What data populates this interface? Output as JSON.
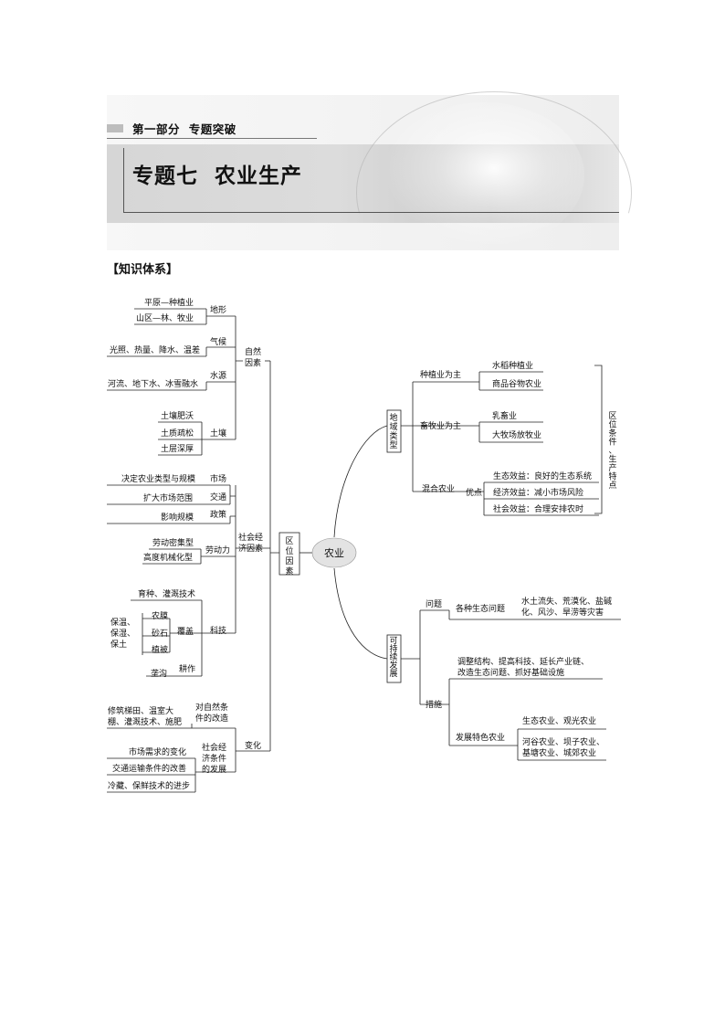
{
  "header": {
    "part_label": "第一部分  专题突破",
    "chapter_title": "专题七  农业生产"
  },
  "section_heading": "【知识体系】",
  "mindmap": {
    "root": "农业",
    "location_factors": {
      "label": "区位因素",
      "natural": {
        "label": [
          "自然",
          "因素"
        ],
        "terrain": {
          "label": "地形",
          "items": [
            "平原—种植业",
            "山区—林、牧业"
          ]
        },
        "climate": {
          "label": "气候",
          "items": [
            "光照、热量、降水、温差"
          ]
        },
        "water": {
          "label": "水源",
          "items": [
            "河流、地下水、冰雪融水"
          ]
        },
        "soil": {
          "label": "土壤",
          "items": [
            "土壤肥沃",
            "土质疏松",
            "土层深厚"
          ]
        }
      },
      "socio": {
        "label": [
          "社会经",
          "济因素"
        ],
        "market": {
          "label": "市场",
          "items": [
            "决定农业类型与规模"
          ]
        },
        "transport": {
          "label": "交通",
          "items": [
            "扩大市场范围"
          ]
        },
        "policy": {
          "label": "政策",
          "items": [
            "影响规模"
          ]
        },
        "labor": {
          "label": "劳动力",
          "items": [
            "劳动密集型",
            "高度机械化型"
          ]
        },
        "tech": {
          "label": "科技",
          "breeding": "育种、灌溉技术",
          "cover": {
            "label": "覆盖",
            "items": [
              "农膜",
              "砂石",
              "植被"
            ]
          },
          "cover_effect": [
            "保温、",
            "保湿、",
            "保土"
          ],
          "tillage": {
            "label": "耕作",
            "items": [
              "垄沟"
            ]
          }
        }
      },
      "change": {
        "label": "变化",
        "nature_mod": {
          "label": [
            "对自然条",
            "件的改造"
          ],
          "items": [
            [
              "修筑梯田、温室大",
              "棚、灌溉技术、施肥"
            ]
          ]
        },
        "socio_dev": {
          "label": [
            "社会经",
            "济条件",
            "的发展"
          ],
          "items": [
            "市场需求的变化",
            "交通运输条件的改善",
            "冷藏、保鲜技术的进步"
          ]
        }
      }
    },
    "regional_types": {
      "label": "地域类型",
      "planting": {
        "label": "种植业为主",
        "items": [
          "水稻种植业",
          "商品谷物农业"
        ]
      },
      "livestock": {
        "label": "畜牧业为主",
        "items": [
          "乳畜业",
          "大牧场放牧业"
        ]
      },
      "mixed": {
        "label": "混合农业",
        "advantages_label": "优点",
        "items": [
          "生态效益：良好的生态系统",
          "经济效益：减小市场风险",
          "社会效益：合理安排农时"
        ]
      },
      "bracket_note": "区位条件、生产特点"
    },
    "sustainable": {
      "label": "可持续发展",
      "problems": {
        "label": "问题",
        "sub": "各种生态问题",
        "items": [
          [
            "水土流失、荒漠化、盐碱",
            "化、风沙、旱涝等灾害"
          ]
        ]
      },
      "measures": {
        "label": "措施",
        "items": [
          [
            "调整结构、提高科技、延长产业链、",
            "改造生态问题、抓好基础设施"
          ]
        ],
        "specialty": {
          "label": "发展特色农业",
          "items": [
            [
              "生态农业、观光农业"
            ],
            [
              "河谷农业、坝子农业、",
              "基塘农业、城郊农业"
            ]
          ]
        }
      }
    }
  }
}
